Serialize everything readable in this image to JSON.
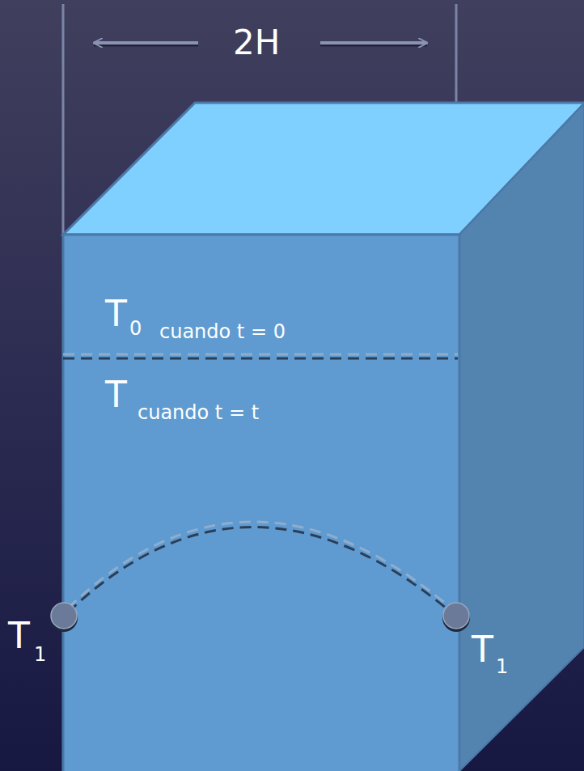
{
  "diagram": {
    "labels": [
      "2H",
      "T",
      "0",
      "cuando t = 0",
      "T",
      "cuando t = t",
      "T",
      "1",
      "T",
      "1"
    ]
  }
}
